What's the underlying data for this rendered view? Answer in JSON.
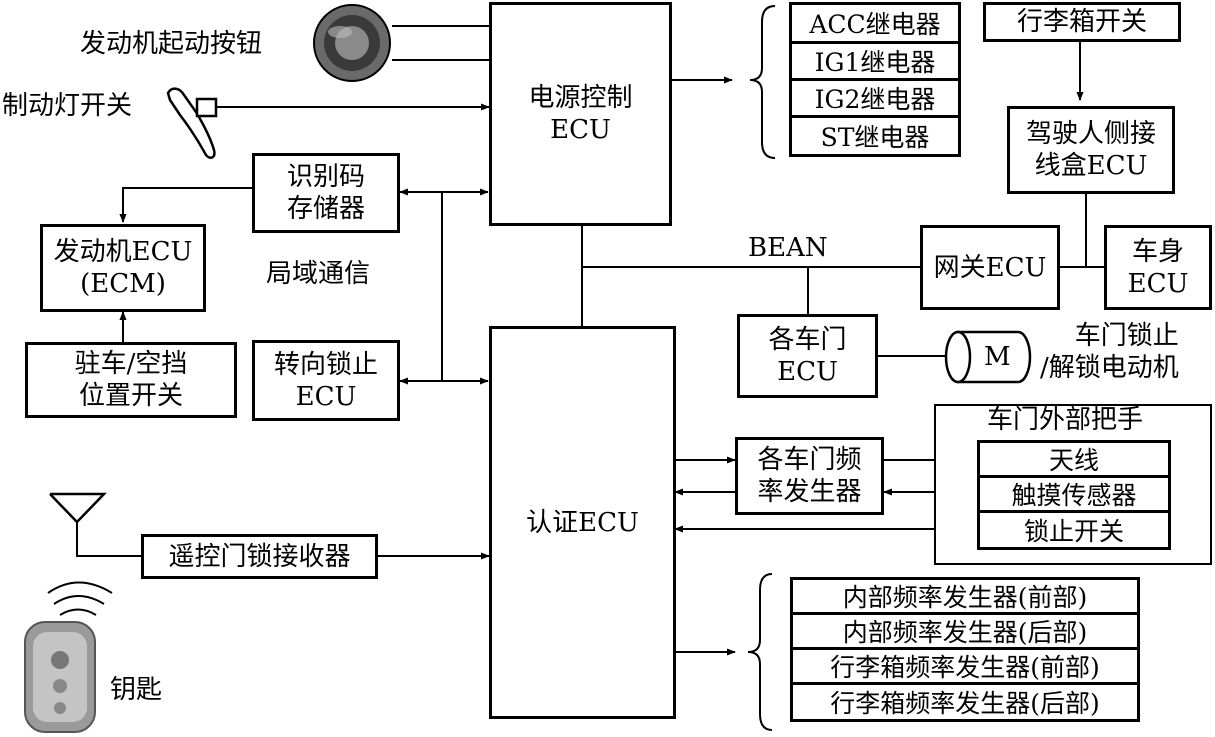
{
  "power_ecu": "电源控制\nECU",
  "auth_ecu": "认证ECU",
  "start_button": "发动机起动按钮",
  "brake_switch": "制动灯开关",
  "id_memory": "识别码\n存储器",
  "engine_ecu": "发动机ECU\n(ECM)",
  "lan": "局域通信",
  "park_switch": "驻车/空挡\n位置开关",
  "steering_lock": "转向锁止\nECU",
  "relays": [
    "ACC继电器",
    "IG1继电器",
    "IG2继电器",
    "ST继电器"
  ],
  "trunk_switch": "行李箱开关",
  "driver_jb": "驾驶人侧接\n线盒ECU",
  "bean": "BEAN",
  "gateway": "网关ECU",
  "body_ecu": "车身\nECU",
  "door_ecu": "各车门\nECU",
  "motor_symbol": "M",
  "motor_label": "车门锁止\n/解锁电动机",
  "door_osc": "各车门频\n率发生器",
  "handle_title": "车门外部把手",
  "handle_items": [
    "天线",
    "触摸传感器",
    "锁止开关"
  ],
  "receiver": "遥控门锁接收器",
  "key": "钥匙",
  "oscillators": [
    "内部频率发生器(前部)",
    "内部频率发生器(后部)",
    "行李箱频率发生器(前部)",
    "行李箱频率发生器(后部)"
  ]
}
